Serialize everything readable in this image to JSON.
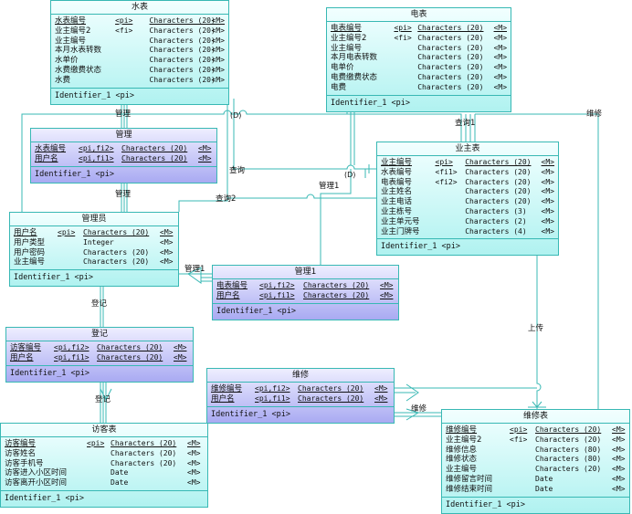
{
  "entities": {
    "water": {
      "title": "水表",
      "kind": "entity",
      "cols": [
        74,
        42,
        68
      ],
      "attrs": [
        {
          "name": "水表编号",
          "key": "<pi>",
          "type": "Characters (20)",
          "m": "<M>",
          "pk": true
        },
        {
          "name": "业主编号2",
          "key": "<fi>",
          "type": "Characters (20)",
          "m": "<M>"
        },
        {
          "name": "业主编号",
          "key": "",
          "type": "Characters (20)",
          "m": "<M>"
        },
        {
          "name": "本月水表转数",
          "key": "",
          "type": "Characters (20)",
          "m": "<M>"
        },
        {
          "name": "水单价",
          "key": "",
          "type": "Characters (20)",
          "m": "<M>"
        },
        {
          "name": "水费缴费状态",
          "key": "",
          "type": "Characters (20)",
          "m": "<M>"
        },
        {
          "name": "水费",
          "key": "",
          "type": "Characters (20)",
          "m": "<M>"
        }
      ],
      "identifier": "Identifier_1  <pi>"
    },
    "elec": {
      "title": "电表",
      "kind": "entity",
      "cols": [
        70,
        26,
        84
      ],
      "attrs": [
        {
          "name": "电表编号",
          "key": "<pi>",
          "type": "Characters (20)",
          "m": "<M>",
          "pk": true
        },
        {
          "name": "业主编号2",
          "key": "<fi>",
          "type": "Characters (20)",
          "m": "<M>"
        },
        {
          "name": "业主编号",
          "key": "",
          "type": "Characters (20)",
          "m": "<M>"
        },
        {
          "name": "本月电表转数",
          "key": "",
          "type": "Characters (20)",
          "m": "<M>"
        },
        {
          "name": "电单价",
          "key": "",
          "type": "Characters (20)",
          "m": "<M>"
        },
        {
          "name": "电费缴费状态",
          "key": "",
          "type": "Characters (20)",
          "m": "<M>"
        },
        {
          "name": "电费",
          "key": "",
          "type": "Characters (20)",
          "m": "<M>"
        }
      ],
      "identifier": "Identifier_1  <pi>"
    },
    "owner": {
      "title": "业主表",
      "kind": "entity",
      "cols": [
        60,
        33,
        84
      ],
      "attrs": [
        {
          "name": "业主编号",
          "key": "<pi>",
          "type": "Characters (20)",
          "m": "<M>",
          "pk": true
        },
        {
          "name": "水表编号",
          "key": "<fi1>",
          "type": "Characters (20)",
          "m": "<M>"
        },
        {
          "name": "电表编号",
          "key": "<fi2>",
          "type": "Characters (20)",
          "m": "<M>"
        },
        {
          "name": "业主姓名",
          "key": "",
          "type": "Characters (20)",
          "m": "<M>"
        },
        {
          "name": "业主电话",
          "key": "",
          "type": "Characters (20)",
          "m": "<M>"
        },
        {
          "name": "业主栋号",
          "key": "",
          "type": "Characters (3)",
          "m": "<M>"
        },
        {
          "name": "业主单元号",
          "key": "",
          "type": "Characters (2)",
          "m": "<M>"
        },
        {
          "name": "业主门牌号",
          "key": "",
          "type": "Characters (4)",
          "m": "<M>"
        }
      ],
      "identifier": "Identifier_1  <pi>"
    },
    "manage": {
      "title": "管理",
      "kind": "assoc",
      "cols": [
        48,
        47,
        84
      ],
      "attrs": [
        {
          "name": "水表编号",
          "key": "<pi,fi2>",
          "type": "Characters (20)",
          "m": "<M>",
          "pk": true
        },
        {
          "name": "用户名",
          "key": "<pi,fi1>",
          "type": "Characters (20)",
          "m": "<M>",
          "pk": true
        }
      ],
      "identifier": "Identifier_1  <pi>"
    },
    "admin": {
      "title": "管理员",
      "kind": "entity",
      "cols": [
        48,
        28,
        84
      ],
      "attrs": [
        {
          "name": "用户名",
          "key": "<pi>",
          "type": "Characters (20)",
          "m": "<M>",
          "pk": true
        },
        {
          "name": "用户类型",
          "key": "",
          "type": "Integer",
          "m": "<M>"
        },
        {
          "name": "用户密码",
          "key": "",
          "type": "Characters (20)",
          "m": "<M>"
        },
        {
          "name": "业主编号",
          "key": "",
          "type": "Characters (20)",
          "m": "<M>"
        }
      ],
      "identifier": "Identifier_1  <pi>"
    },
    "manage1": {
      "title": "管理1",
      "kind": "assoc",
      "cols": [
        47,
        48,
        84
      ],
      "attrs": [
        {
          "name": "电表编号",
          "key": "<pi,fi2>",
          "type": "Characters (20)",
          "m": "<M>",
          "pk": true
        },
        {
          "name": "用户名",
          "key": "<pi,fi1>",
          "type": "Characters (20)",
          "m": "<M>",
          "pk": true
        }
      ],
      "identifier": "Identifier_1  <pi>"
    },
    "register": {
      "title": "登记",
      "kind": "assoc",
      "cols": [
        48,
        47,
        84
      ],
      "attrs": [
        {
          "name": "访客编号",
          "key": "<pi,fi2>",
          "type": "Characters (20)",
          "m": "<M>",
          "pk": true
        },
        {
          "name": "用户名",
          "key": "<pi,fi1>",
          "type": "Characters (20)",
          "m": "<M>",
          "pk": true
        }
      ],
      "identifier": "Identifier_1  <pi>"
    },
    "repair": {
      "title": "维修",
      "kind": "assoc",
      "cols": [
        48,
        47,
        84
      ],
      "attrs": [
        {
          "name": "维修编号",
          "key": "<pi,fi2>",
          "type": "Characters (20)",
          "m": "<M>",
          "pk": true
        },
        {
          "name": "用户名",
          "key": "<pi,fi1>",
          "type": "Characters (20)",
          "m": "<M>",
          "pk": true
        }
      ],
      "identifier": "Identifier_1  <pi>"
    },
    "visitor": {
      "title": "访客表",
      "kind": "entity",
      "cols": [
        90,
        26,
        84
      ],
      "attrs": [
        {
          "name": "访客编号",
          "key": "<pi>",
          "type": "Characters (20)",
          "m": "<M>",
          "pk": true
        },
        {
          "name": "访客姓名",
          "key": "",
          "type": "Characters (20)",
          "m": "<M>"
        },
        {
          "name": "访客手机号",
          "key": "",
          "type": "Characters (20)",
          "m": "<M>"
        },
        {
          "name": "访客进入小区时间",
          "key": "",
          "type": "Date",
          "m": "<M>"
        },
        {
          "name": "访客离开小区时间",
          "key": "",
          "type": "Date",
          "m": "<M>"
        }
      ],
      "identifier": "Identifier_1  <pi>"
    },
    "repairtbl": {
      "title": "维修表",
      "kind": "entity",
      "cols": [
        70,
        28,
        84
      ],
      "attrs": [
        {
          "name": "维修编号",
          "key": "<pi>",
          "type": "Characters (20)",
          "m": "<M>",
          "pk": true
        },
        {
          "name": "业主编号2",
          "key": "<fi>",
          "type": "Characters (20)",
          "m": "<M>"
        },
        {
          "name": "维修信息",
          "key": "",
          "type": "Characters (80)",
          "m": "<M>"
        },
        {
          "name": "维修状态",
          "key": "",
          "type": "Characters (80)",
          "m": "<M>"
        },
        {
          "name": "业主编号",
          "key": "",
          "type": "Characters (20)",
          "m": "<M>"
        },
        {
          "name": "维修留言时间",
          "key": "",
          "type": "Date",
          "m": "<M>"
        },
        {
          "name": "维修结束时间",
          "key": "",
          "type": "Date",
          "m": "<M>"
        }
      ],
      "identifier": "Identifier_1  <pi>"
    }
  },
  "labels": {
    "manage_top": "管理",
    "manage_bottom": "管理",
    "query": "查询",
    "query2": "查询2",
    "query1": "查询1",
    "manage1_a": "管理1",
    "manage1_b": "管理1",
    "register_top": "登记",
    "register_bottom": "登记",
    "repair_right": "维修",
    "repair_mid": "维修",
    "upload": "上传",
    "d1": "(D)",
    "d2": "(D)"
  },
  "colors": {
    "entity_border": "#38b8b4",
    "entity_fill": "#b0f2f0",
    "assoc_fill": "#a9aaf2"
  }
}
